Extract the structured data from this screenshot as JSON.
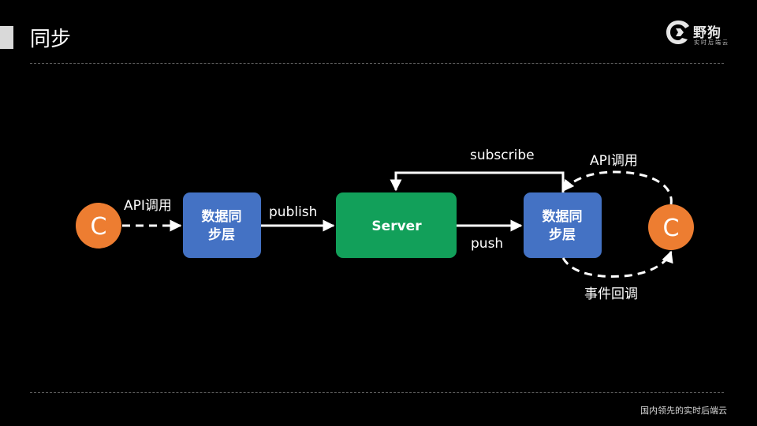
{
  "slide": {
    "title": "同步",
    "footer": "国内领先的实时后端云"
  },
  "logo": {
    "name": "野狗",
    "slogan": "实时后端云"
  },
  "diagram": {
    "client_left": "C",
    "client_right": "C",
    "sync_left": [
      "数据同",
      "步层"
    ],
    "sync_right": [
      "数据同",
      "步层"
    ],
    "server": "Server",
    "edges": {
      "api_call_left": "API调用",
      "publish": "publish",
      "push": "push",
      "subscribe": "subscribe",
      "api_call_right": "API调用",
      "event_callback": "事件回调"
    }
  },
  "colors": {
    "client": "#ed7d31",
    "sync_layer": "#4472c4",
    "server": "#12a05a",
    "background": "#000000"
  }
}
